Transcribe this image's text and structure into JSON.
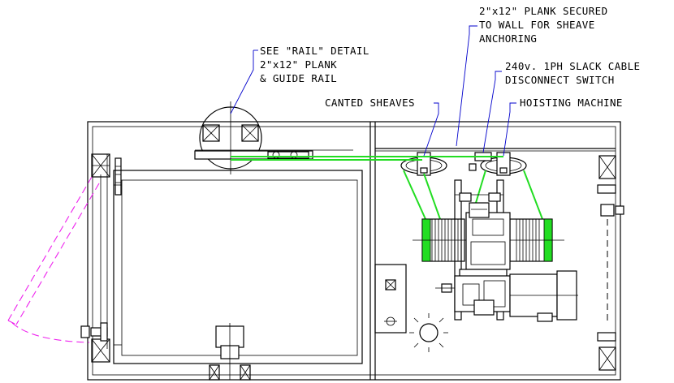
{
  "labels": {
    "plank_secured_1": "2\"x12\" PLANK SECURED",
    "plank_secured_2": "TO WALL FOR SHEAVE",
    "plank_secured_3": "ANCHORING",
    "rail_detail_1": "SEE \"RAIL\" DETAIL",
    "rail_detail_2": "2\"x12\" PLANK",
    "rail_detail_3": "& GUIDE RAIL",
    "switch_1": "240v. 1PH SLACK CABLE",
    "switch_2": "DISCONNECT SWITCH",
    "canted_sheaves": "CANTED SHEAVES",
    "hoisting_machine": "HOISTING MACHINE"
  },
  "colors": {
    "cable": "#22dd22",
    "leader": "#0000cc",
    "door_swing": "#ee22ee",
    "linework": "#000000"
  },
  "icons": {
    "disconnect_box": "x-box-icon",
    "outlet": "outlet-icon",
    "light_fixture": "sun-light-icon"
  }
}
